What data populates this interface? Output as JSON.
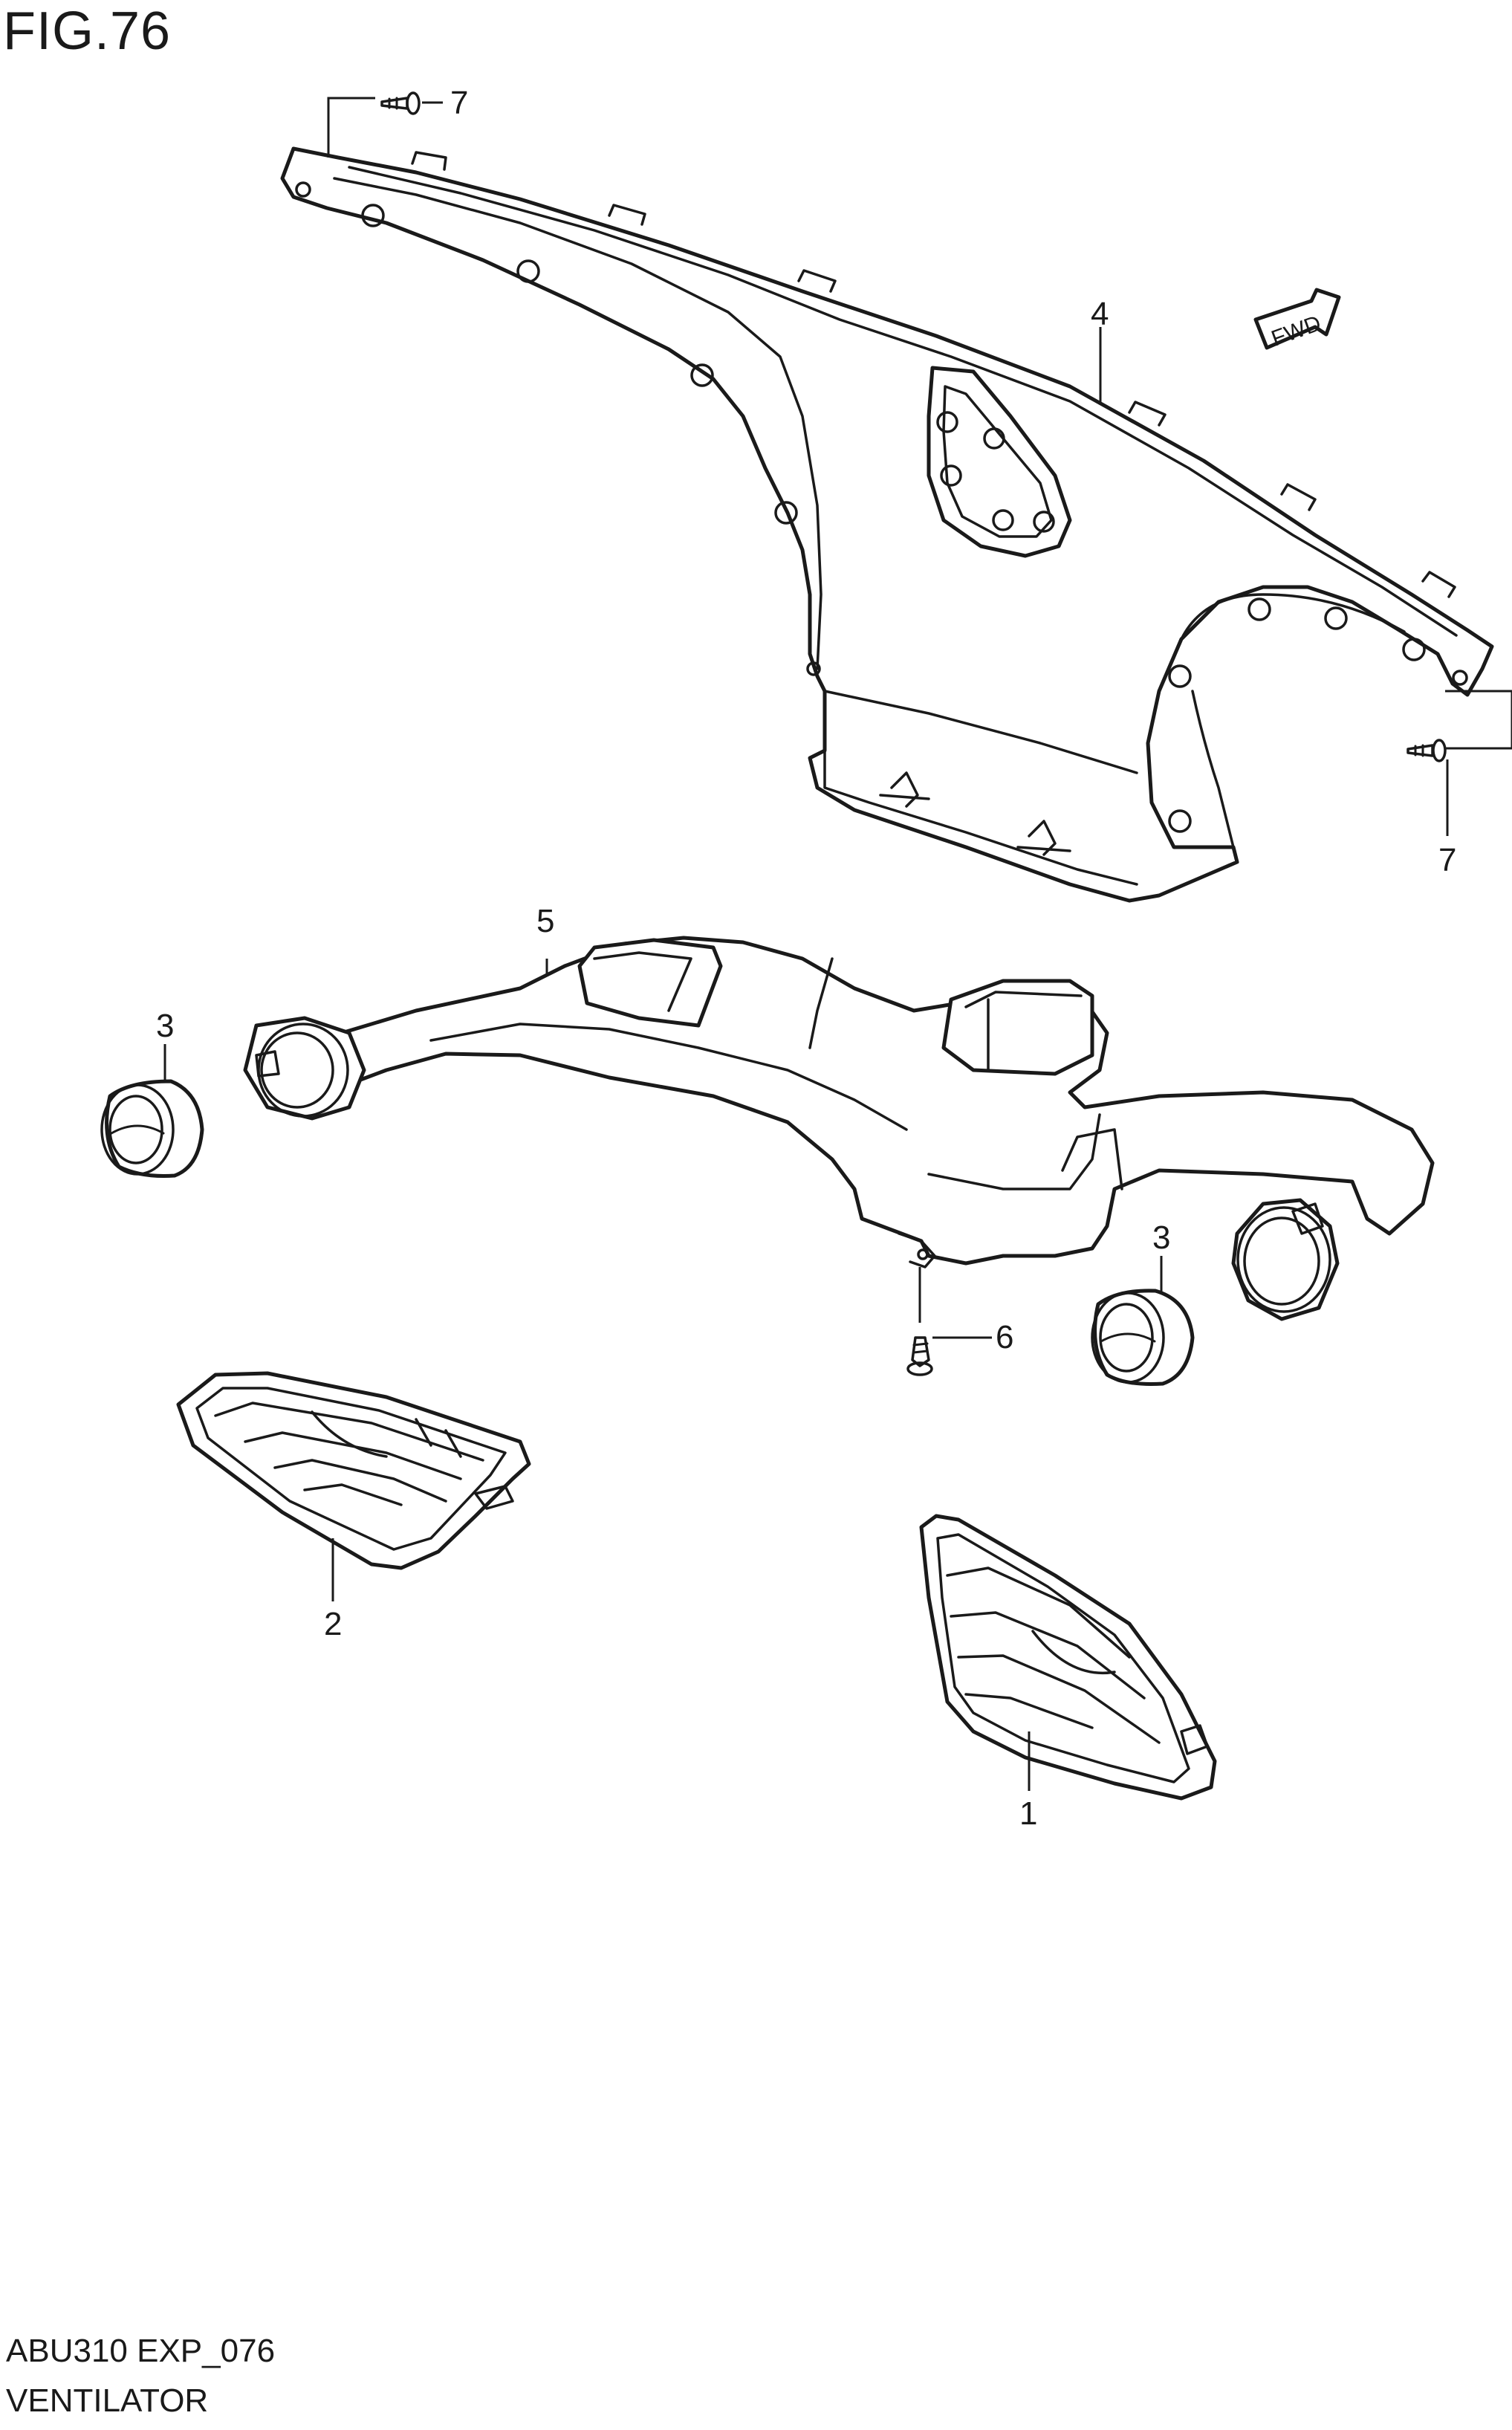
{
  "figure": {
    "title": "FIG.76"
  },
  "footer": {
    "code": "ABU310 EXP_076",
    "name": "VENTILATOR"
  },
  "fwd_badge": {
    "text": "FWD"
  },
  "callouts": {
    "c1": "1",
    "c2": "2",
    "c3a": "3",
    "c3b": "3",
    "c4": "4",
    "c5": "5",
    "c6": "6",
    "c7a": "7",
    "c7b": "7"
  }
}
